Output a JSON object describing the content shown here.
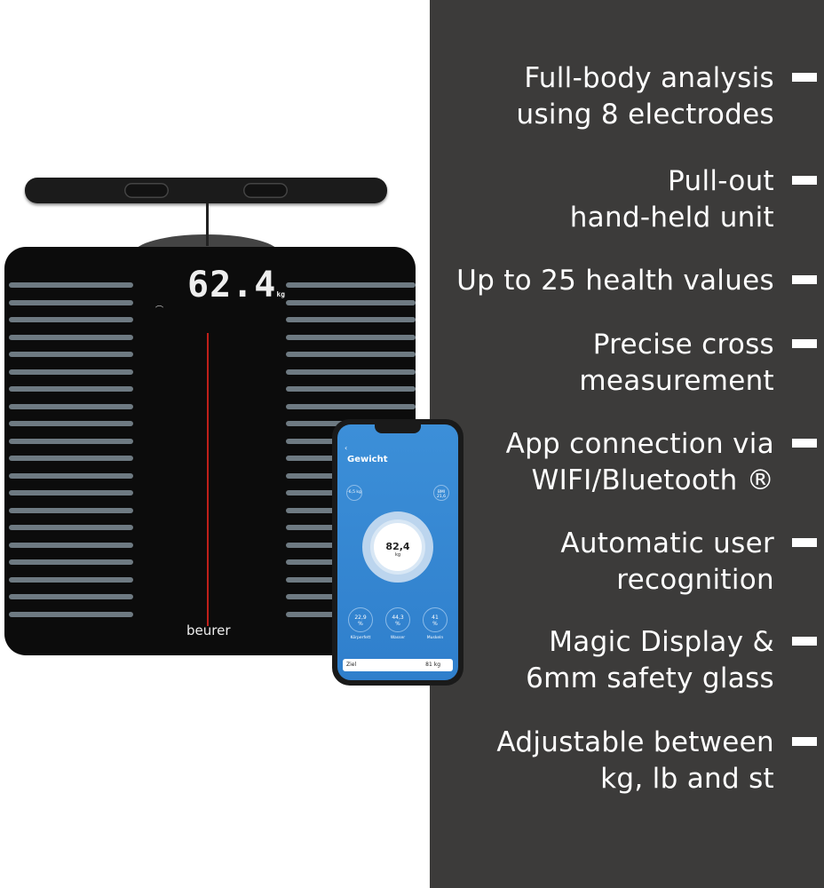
{
  "features": [
    {
      "lines": [
        "Full-body analysis",
        "using 8 electrodes"
      ]
    },
    {
      "lines": [
        "Pull-out",
        "hand-held unit"
      ]
    },
    {
      "lines": [
        "Up to 25 health values"
      ]
    },
    {
      "lines": [
        "Precise cross",
        "measurement"
      ]
    },
    {
      "lines": [
        "App connection via",
        "WIFI/Bluetooth ®"
      ]
    },
    {
      "lines": [
        "Automatic user",
        "recognition"
      ]
    },
    {
      "lines": [
        "Magic Display &",
        "6mm safety glass"
      ]
    },
    {
      "lines": [
        "Adjustable between",
        "kg, lb and st"
      ]
    }
  ],
  "scale": {
    "display_value": "62.4",
    "display_unit": "kg",
    "brand": "beurer"
  },
  "app": {
    "title": "Gewicht",
    "weight": "82,4",
    "weight_unit": "kg",
    "left_badge": "-6,5 kg",
    "right_badge": "BMI 21,6",
    "metrics": [
      {
        "value": "22,9",
        "unit": "%",
        "label": "Körperfett"
      },
      {
        "value": "44,3",
        "unit": "%",
        "label": "Wasser"
      },
      {
        "value": "41",
        "unit": "%",
        "label": "Muskeln"
      }
    ],
    "goal_label": "Ziel",
    "goal_value": "81 kg"
  },
  "colors": {
    "panel": "#3c3b3a",
    "app_blue": "#3c8fd8",
    "accent_red": "#c0201a"
  }
}
